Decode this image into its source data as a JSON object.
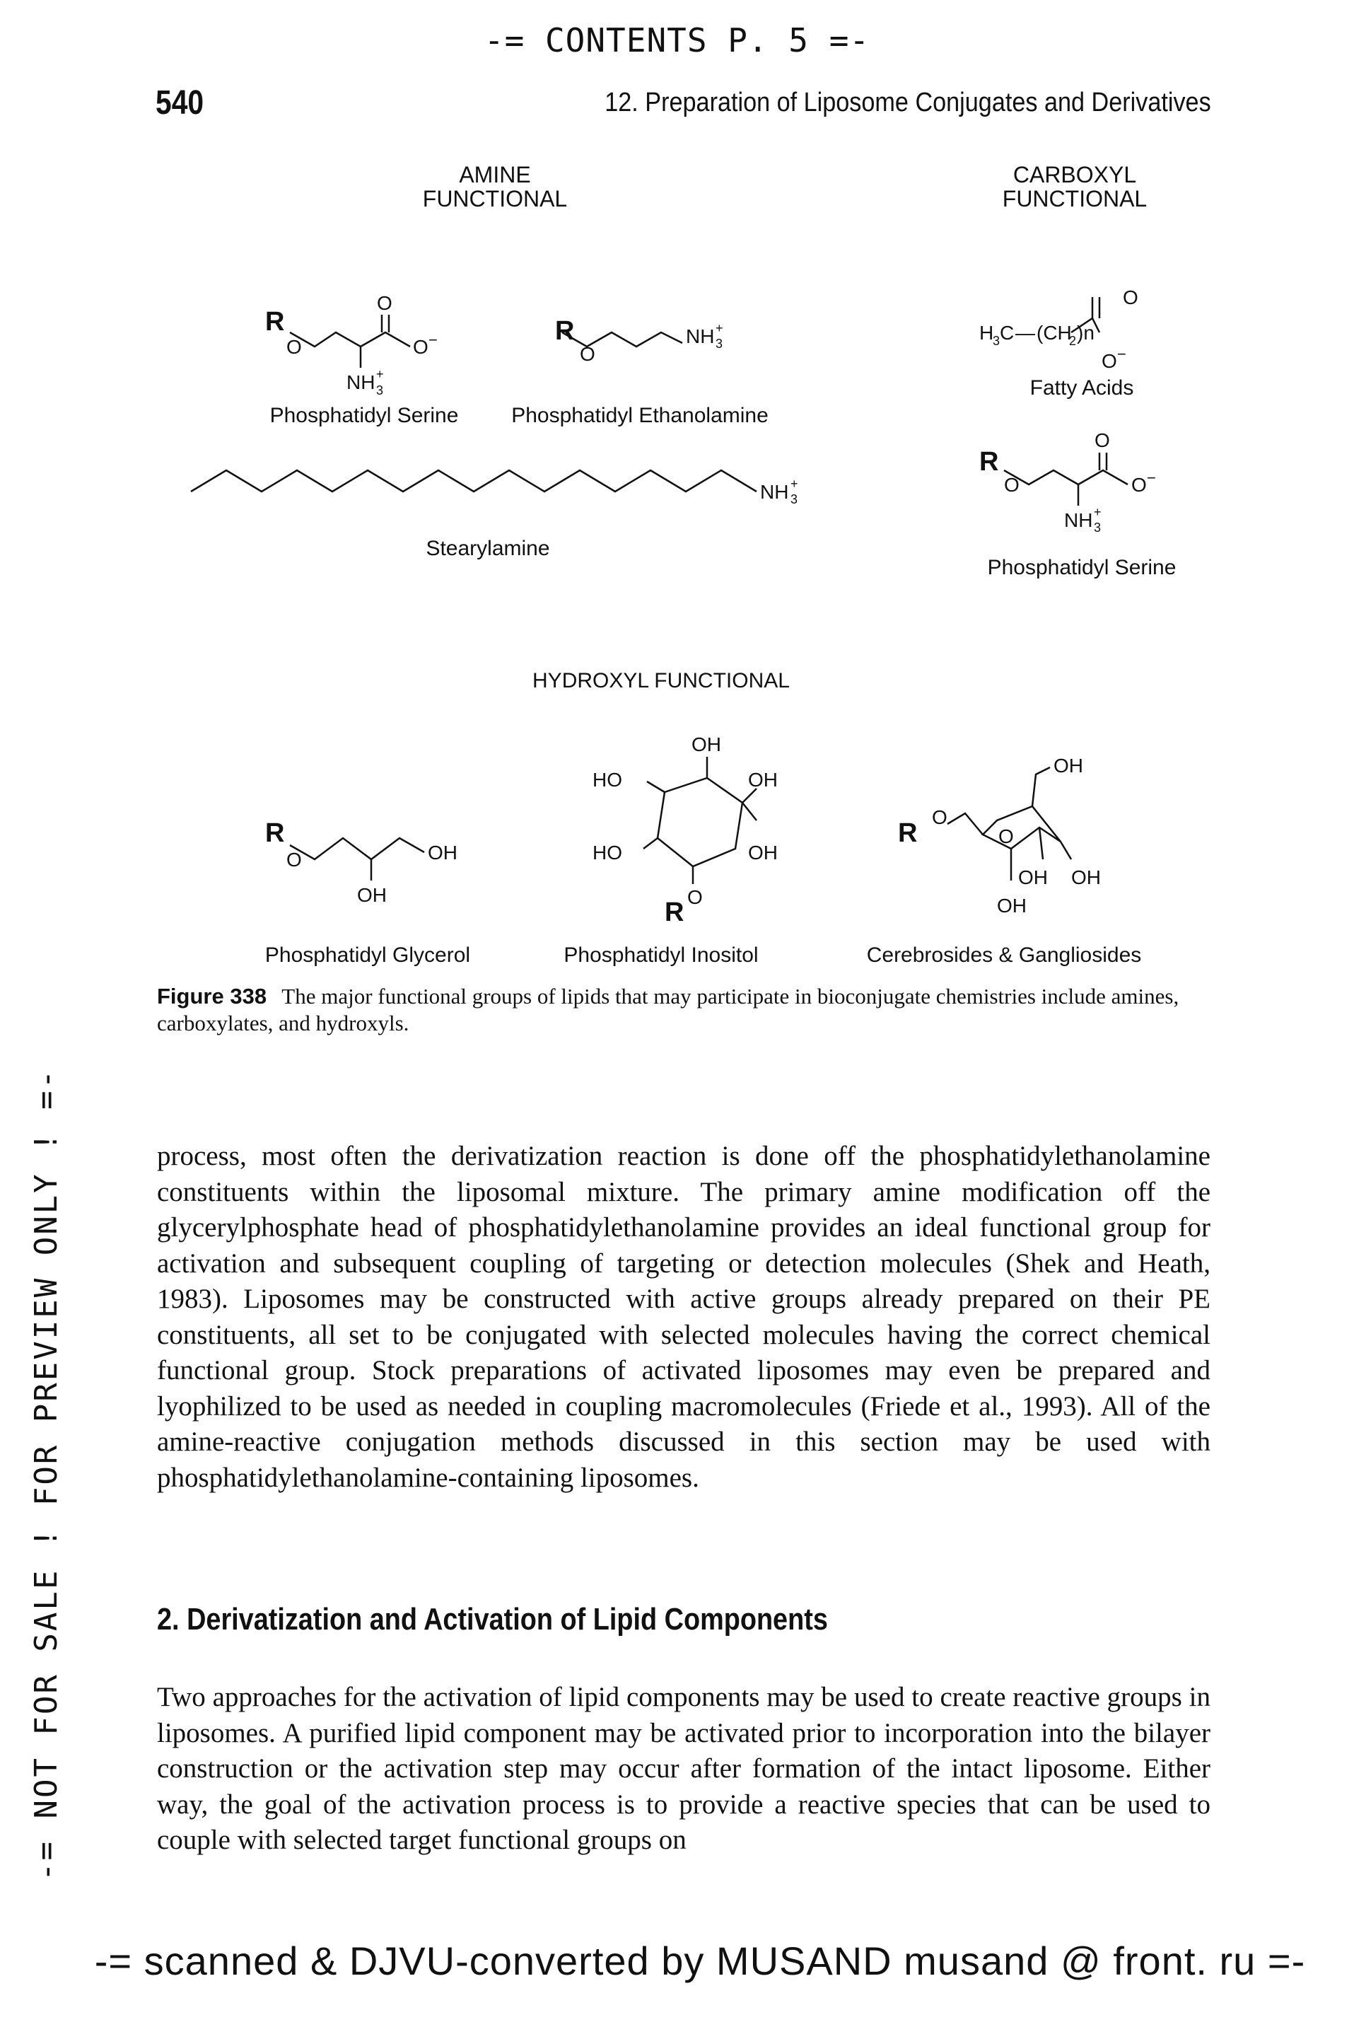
{
  "banners": {
    "top": "-= CONTENTS P. 5 =-",
    "side": "-= NOT FOR SALE ! FOR PREVIEW ONLY ! =-",
    "bottom": "-= scanned & DJVU-converted by MUSAND musand @ front. ru =-"
  },
  "header": {
    "page_number": "540",
    "running_title": "12. Preparation of Liposome Conjugates and Derivatives"
  },
  "figure": {
    "groups": {
      "amine": [
        "AMINE",
        "FUNCTIONAL"
      ],
      "carboxyl": [
        "CARBOXYL",
        "FUNCTIONAL"
      ],
      "hydroxyl": "HYDROXYL FUNCTIONAL"
    },
    "compounds": {
      "ps_amine": "Phosphatidyl Serine",
      "pe": "Phosphatidyl Ethanolamine",
      "stearylamine": "Stearylamine",
      "fatty_acids": "Fatty Acids",
      "ps_carboxyl": "Phosphatidyl Serine",
      "pg": "Phosphatidyl Glycerol",
      "pi": "Phosphatidyl Inositol",
      "cerebrosides": "Cerebrosides & Gangliosides"
    },
    "atoms": {
      "R": "R",
      "O": "O",
      "O_minus": "O",
      "minus": "−",
      "NH3": "NH",
      "plus": "+",
      "three": "3",
      "OH": "OH",
      "HO": "HO",
      "H3C": "H",
      "C": "C",
      "CH2n": "(CH",
      "two": "2",
      "n": ")n",
      "dash": "—"
    },
    "caption_label": "Figure 338",
    "caption_text": "The major functional groups of lipids that may participate in bioconjugate chemistries include amines, carboxylates, and hydroxyls."
  },
  "body": {
    "paragraph1": "process, most often the derivatization reaction is done off the phosphatidylethanolamine constituents within the liposomal mixture. The primary amine modification off the glycerylphosphate head of phosphatidylethanolamine provides an ideal functional group for activation and subsequent coupling of targeting or detection molecules (Shek and Heath, 1983). Liposomes may be constructed with active groups already prepared on their PE constituents, all set to be conjugated with selected molecules having the correct chemical functional group. Stock preparations of activated liposomes may even be prepared and lyophilized to be used as needed in coupling macromolecules (Friede et al., 1993). All of the amine-reactive conjugation methods discussed in this section may be used with phosphatidylethanolamine-containing liposomes.",
    "section_heading": "2. Derivatization and Activation of Lipid Components",
    "paragraph2": "Two approaches for the activation of lipid components may be used to create reactive groups in liposomes. A purified lipid component may be activated prior to incorporation into the bilayer construction or the activation step may occur after formation of the intact liposome. Either way, the goal of the activation process is to provide a reactive species that can be used to couple with selected target functional groups on"
  }
}
